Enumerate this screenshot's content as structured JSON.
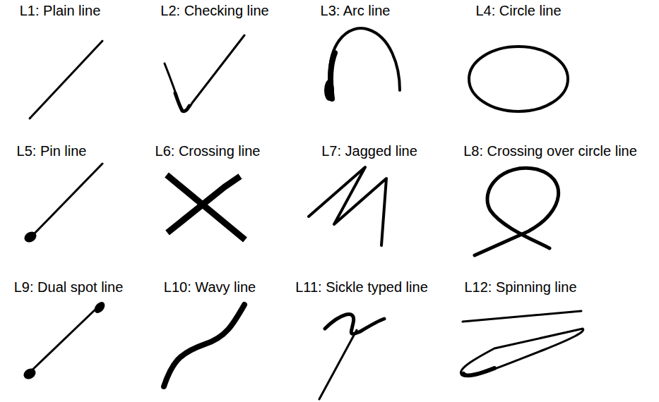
{
  "diagram": {
    "labels": [
      "L1: Plain line",
      "L2: Checking line",
      "L3: Arc line",
      "L4: Circle line",
      "L5: Pin line",
      "L6: Crossing line",
      "L7: Jagged line",
      "L8: Crossing over circle line",
      "L9: Dual spot line",
      "L10: Wavy line",
      "L11: Sickle typed line",
      "L12: Spinning line"
    ]
  }
}
